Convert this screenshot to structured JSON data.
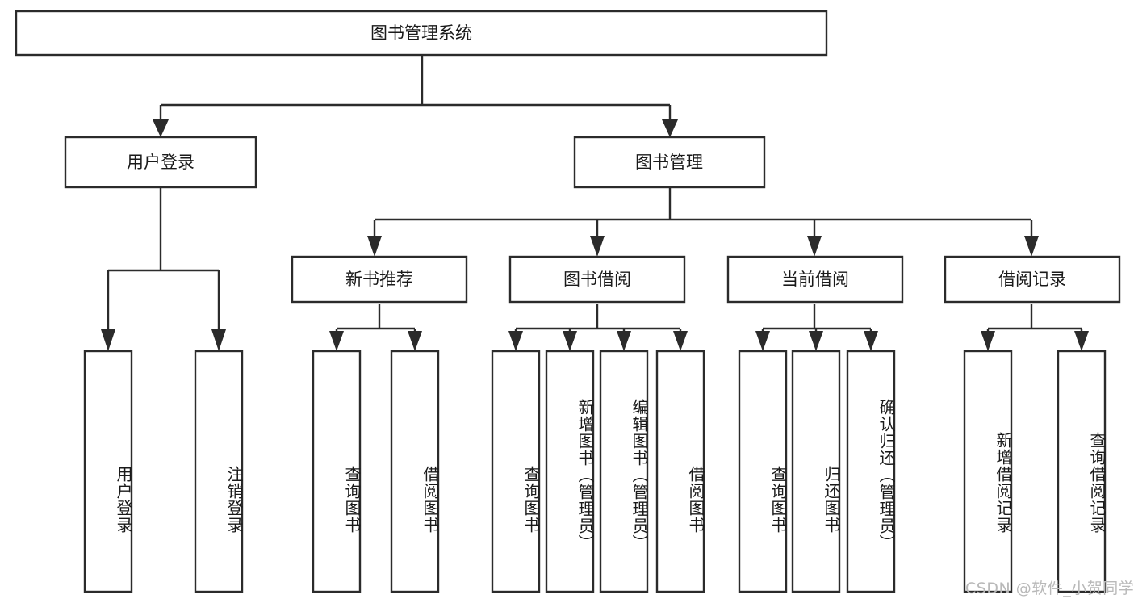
{
  "diagram": {
    "title": "图书管理系统",
    "type": "tree-hierarchy-diagram",
    "orientation": "top-down",
    "colors": {
      "box_stroke": "#2b2b2b",
      "box_fill": "#ffffff",
      "text": "#1a1a1a",
      "background": "#ffffff",
      "watermark": "#b9b9b9"
    },
    "root": {
      "label": "图书管理系统"
    },
    "level1": [
      {
        "label": "用户登录"
      },
      {
        "label": "图书管理"
      }
    ],
    "level2": [
      {
        "label": "新书推荐"
      },
      {
        "label": "图书借阅"
      },
      {
        "label": "当前借阅"
      },
      {
        "label": "借阅记录"
      }
    ],
    "leaves": {
      "user_login": [
        {
          "label": "用户登录"
        },
        {
          "label": "注销登录"
        }
      ],
      "new_book_recommend": [
        {
          "label": "查询图书"
        },
        {
          "label": "借阅图书"
        }
      ],
      "book_borrow": [
        {
          "label": "查询图书"
        },
        {
          "label": "新增图书（管理员）"
        },
        {
          "label": "编辑图书（管理员）"
        },
        {
          "label": "借阅图书"
        }
      ],
      "current_borrow": [
        {
          "label": "查询图书"
        },
        {
          "label": "归还图书"
        },
        {
          "label": "确认归还（管理员）"
        }
      ],
      "borrow_record": [
        {
          "label": "新增借阅记录"
        },
        {
          "label": "查询借阅记录"
        }
      ]
    },
    "watermark": "CSDN @软件_小贺同学"
  }
}
